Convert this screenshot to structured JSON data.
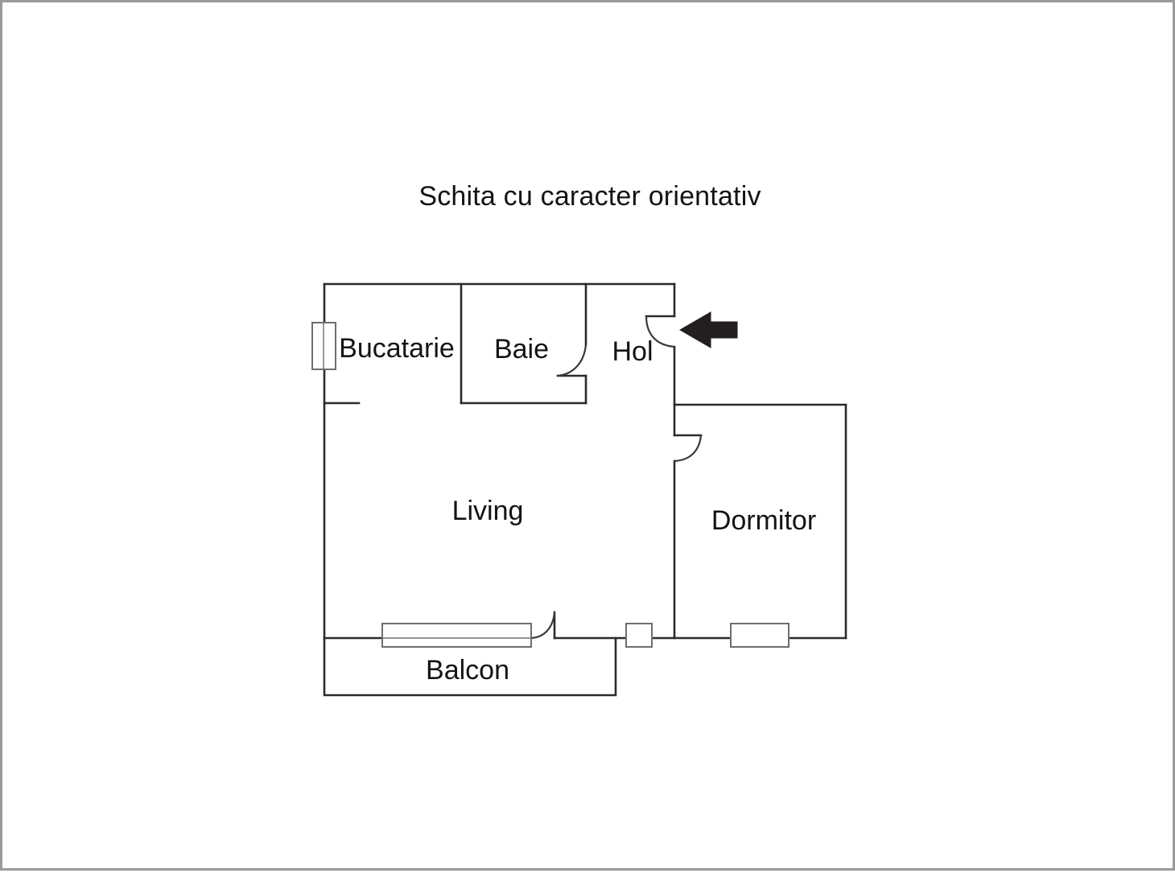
{
  "document": {
    "title": "Schita cu caracter orientativ",
    "type": "floor-plan-sketch",
    "border_color": "#9a9a9a",
    "wall_color": "#2b2b2b",
    "thin_line_color": "#6e6e6e",
    "background_color": "#ffffff",
    "arrow_color": "#231f20"
  },
  "rooms": [
    {
      "key": "bucatarie",
      "label": "Bucatarie"
    },
    {
      "key": "baie",
      "label": "Baie"
    },
    {
      "key": "hol",
      "label": "Hol"
    },
    {
      "key": "living",
      "label": "Living"
    },
    {
      "key": "dormitor",
      "label": "Dormitor"
    },
    {
      "key": "balcon",
      "label": "Balcon"
    }
  ],
  "features": {
    "entrance_arrow": "entrance-arrow-icon",
    "doors": [
      {
        "name": "entrance-door",
        "room": "Hol"
      },
      {
        "name": "bathroom-door",
        "room": "Baie"
      },
      {
        "name": "bedroom-door",
        "room": "Dormitor"
      },
      {
        "name": "balcony-door",
        "room": "Balcon"
      }
    ],
    "windows": [
      {
        "name": "kitchen-window",
        "room": "Bucatarie",
        "orientation": "vertical"
      },
      {
        "name": "living-balcony-window",
        "room": "Living",
        "orientation": "horizontal"
      },
      {
        "name": "balcony-small-window",
        "room": "Balcon",
        "orientation": "horizontal"
      },
      {
        "name": "bedroom-window",
        "room": "Dormitor",
        "orientation": "horizontal"
      }
    ]
  }
}
